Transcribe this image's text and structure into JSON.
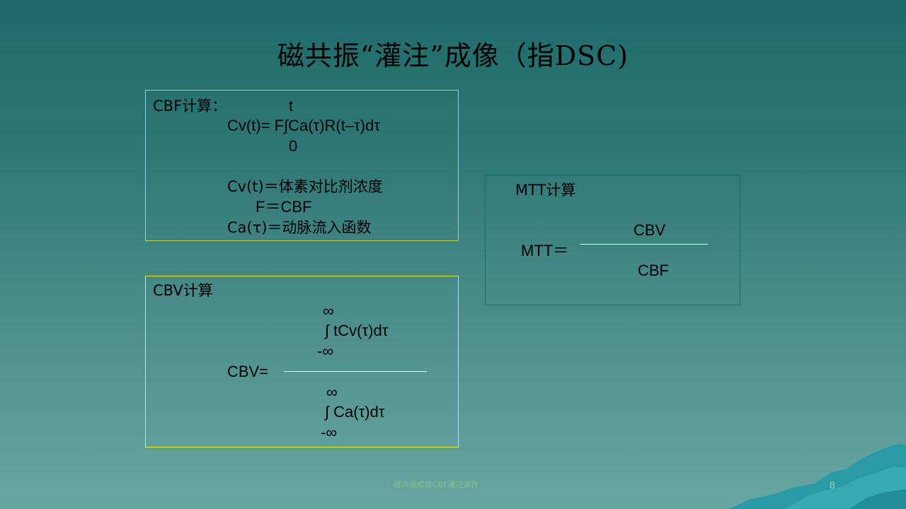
{
  "slide": {
    "title": "磁共振“灌注”成像（指DSC)",
    "footer": "磁共振成像CBF灌注课件",
    "page_number": "8"
  },
  "cbf_box": {
    "heading": "CBF计算：",
    "upper_limit": "t",
    "formula": "Cv(t)= F∫Ca(τ)R(t–τ)dτ",
    "lower_limit": "0",
    "def_cv": "Cv(t)＝体素对比剂浓度",
    "def_f": "F＝CBF",
    "def_ca": "Ca(τ)＝动脉流入函数"
  },
  "cbv_box": {
    "heading": "CBV计算",
    "num_upper": "∞",
    "num_integral": "∫ tCv(τ)dτ",
    "num_lower": "-∞",
    "lhs": "CBV=",
    "den_upper": "∞",
    "den_integral": "∫ Ca(τ)dτ",
    "den_lower": "-∞"
  },
  "mtt_box": {
    "heading": "MTT计算",
    "lhs": "MTT＝",
    "numerator": "CBV",
    "denominator": "CBF"
  },
  "colors": {
    "cbf_border": "#b6d65a",
    "cbv_border": "#e4ec3a",
    "mtt_border": "#c8201c"
  }
}
